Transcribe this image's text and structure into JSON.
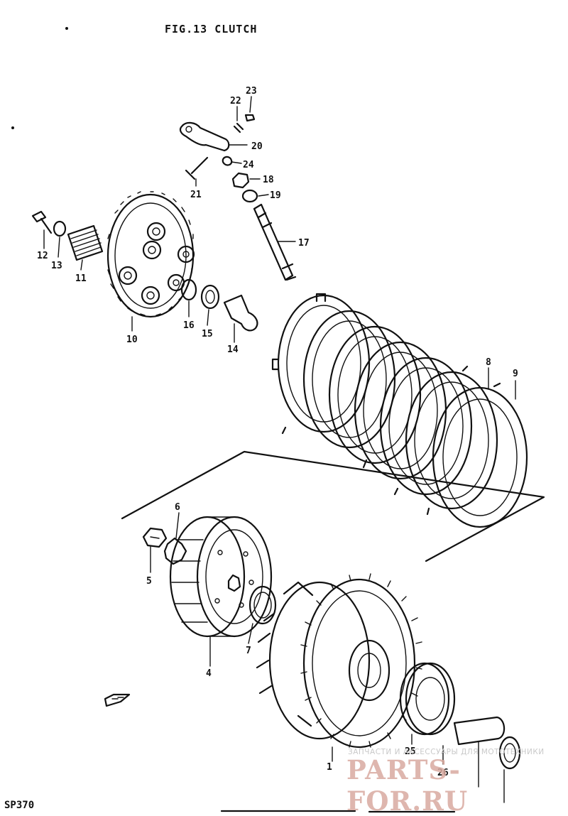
{
  "figure": {
    "title": "FIG.13  CLUTCH",
    "code": "SP370"
  },
  "watermark": {
    "caption": "ЗАПЧАСТИ И АКСЕССУАРЫ ДЛЯ МОТОТЕХНИКИ",
    "logo": "PARTS-FOR.RU"
  },
  "callouts": {
    "c1": "1",
    "c4": "4",
    "c5": "5",
    "c6": "6",
    "c7": "7",
    "c8": "8",
    "c9": "9",
    "c10": "10",
    "c11": "11",
    "c12": "12",
    "c13": "13",
    "c14": "14",
    "c15": "15",
    "c16": "16",
    "c17": "17",
    "c18": "18",
    "c19": "19",
    "c20": "20",
    "c21": "21",
    "c22": "22",
    "c23": "23",
    "c24": "24",
    "c25": "25",
    "c26": "26"
  },
  "colors": {
    "ink": "#111111",
    "watermark_logo": "#d9aaa0",
    "watermark_text": "#c9c9c9"
  }
}
